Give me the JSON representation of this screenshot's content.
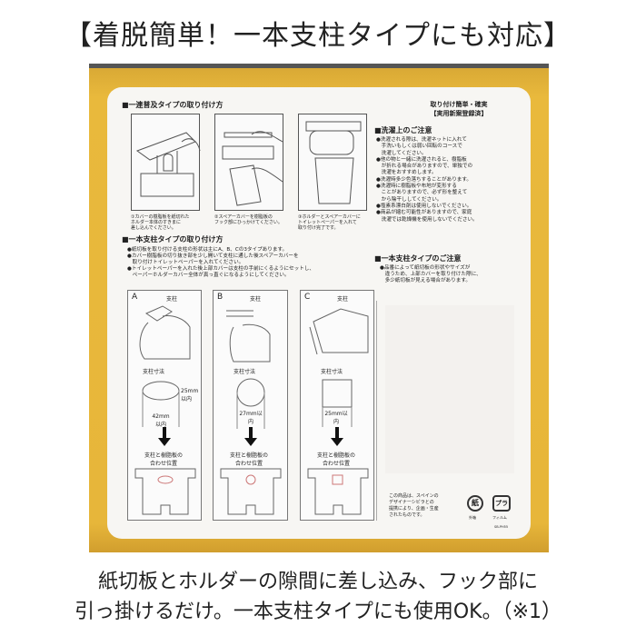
{
  "title": "【着脱簡単！一本支柱タイプにも対応】",
  "left": {
    "section1_heading": "■一連普及タイプの取り付け方",
    "steps": [
      {
        "caption": [
          "①カバーの樹脂板を紙切れた",
          "ホルダー本体のすきまに",
          "差し込んでください。"
        ]
      },
      {
        "caption": [
          "②スペアーカバーを樹脂板の",
          "フック部にひっかけてください。"
        ]
      },
      {
        "caption": [
          "③ホルダーとスペアーカバーに",
          "トイレットペーパーを入れて",
          "取り付け完了です。"
        ]
      }
    ],
    "section2_heading": "■一本支柱タイプの取り付け方",
    "bullets": [
      "●紙切板を取り付ける支柱の形状は主にA、B、Cの3タイプあります。",
      "●カバー樹脂板の切り抜き部を少し開いて支柱に通した後スペアーカバーを",
      "　取り付けトイレットペーパーを入れてください。",
      "●トイレットペーパーを入れた後上部カバーは支柱の手前にくるようにセットし、",
      "　ペーパーホルダーカバー全体が真っ直ぐになるようにしてください。"
    ],
    "types": [
      {
        "label": "A",
        "pillar": "支柱",
        "size_label": "支柱寸法",
        "dims": [
          "25mm以内",
          "42mm以内"
        ],
        "position": [
          "支柱と樹脂板の",
          "合わせ位置"
        ]
      },
      {
        "label": "B",
        "pillar": "支柱",
        "size_label": "支柱寸法",
        "dims": [
          "27mm以内"
        ],
        "position": [
          "支柱と樹脂板の",
          "合わせ位置"
        ]
      },
      {
        "label": "C",
        "pillar": "支柱",
        "size_label": "支柱寸法",
        "dims": [
          "25mm以内"
        ],
        "position": [
          "支柱と樹脂板の",
          "合わせ位置"
        ]
      }
    ]
  },
  "right": {
    "headline": [
      "取り付け簡単・確実",
      "【実用新案登録済】"
    ],
    "wash_heading": "■洗濯上のご注意",
    "wash_notes": [
      "●洗濯される際は、洗濯ネットに入れて",
      "　手洗いもしくは弱い回転のコースで",
      "　洗濯してください。",
      "●他の物と一緒に洗濯されると、樹脂板",
      "　が折れる場合がありますので、単独での",
      "　洗濯をおすすめします。",
      "●洗濯時多少色落ちすることがあります。",
      "●洗濯時に樹脂板や布地が変形する",
      "　ことがありますので、必ず形を整えて",
      "　から陰干ししてください。",
      "●塩素系漂白剤は使用しないでください。",
      "●商品が縮む可能性がありますので、家庭",
      "　洗濯では乾燥機を使用しないでください。"
    ],
    "single_heading": "■一本支柱タイプのご注意",
    "single_notes": [
      "●品番によって紙切板の形状やサイズが",
      "　違うため、上部カバーを取り付けた際に、",
      "　多少紙切板が見える場合があります。"
    ],
    "footer": [
      "この商品は、スペインの",
      "デザイナーシビラとの",
      "提携により、企画・生産",
      "されたものです。"
    ],
    "recycle_marks": [
      {
        "symbol": "紙",
        "label": "外箱"
      },
      {
        "symbol": "プラ",
        "label": "フィルム"
      }
    ],
    "code": "SB-PH55"
  },
  "bottom": [
    "紙切板とホルダーの隙間に差し込み、フック部に",
    "引っ掛けるだけ。一本支柱タイプにも使用OK。（※1）"
  ],
  "colors": {
    "card": "#e7b63a",
    "panel": "#f7f6f3"
  }
}
